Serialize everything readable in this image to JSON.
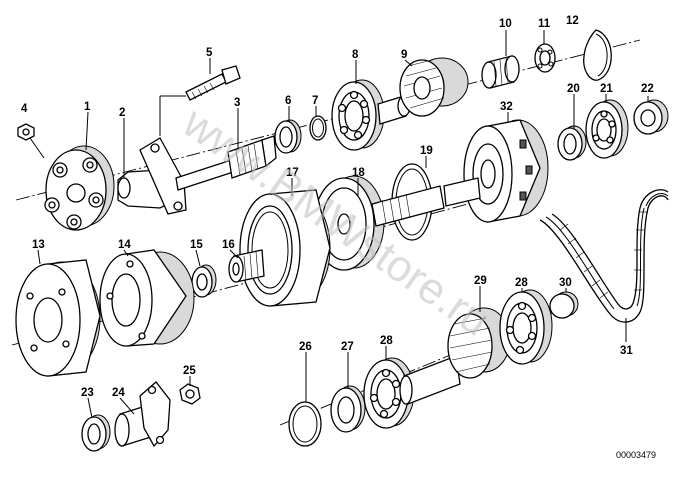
{
  "diagram": {
    "parts": [
      {
        "num": "1"
      },
      {
        "num": "2"
      },
      {
        "num": "3"
      },
      {
        "num": "4"
      },
      {
        "num": "5"
      },
      {
        "num": "6"
      },
      {
        "num": "7"
      },
      {
        "num": "8"
      },
      {
        "num": "9"
      },
      {
        "num": "10"
      },
      {
        "num": "11"
      },
      {
        "num": "12"
      },
      {
        "num": "13"
      },
      {
        "num": "14"
      },
      {
        "num": "15"
      },
      {
        "num": "16"
      },
      {
        "num": "17"
      },
      {
        "num": "18"
      },
      {
        "num": "19"
      },
      {
        "num": "20"
      },
      {
        "num": "21"
      },
      {
        "num": "22"
      },
      {
        "num": "23"
      },
      {
        "num": "24"
      },
      {
        "num": "25"
      },
      {
        "num": "26"
      },
      {
        "num": "27"
      },
      {
        "num": "28"
      },
      {
        "num": "28"
      },
      {
        "num": "29"
      },
      {
        "num": "30"
      },
      {
        "num": "31"
      },
      {
        "num": "32"
      }
    ],
    "reference_number": "00003479",
    "watermark": "www.BMWstore.ru",
    "colors": {
      "line": "#000000",
      "background": "#ffffff",
      "watermark": "#bfbfbf"
    }
  }
}
